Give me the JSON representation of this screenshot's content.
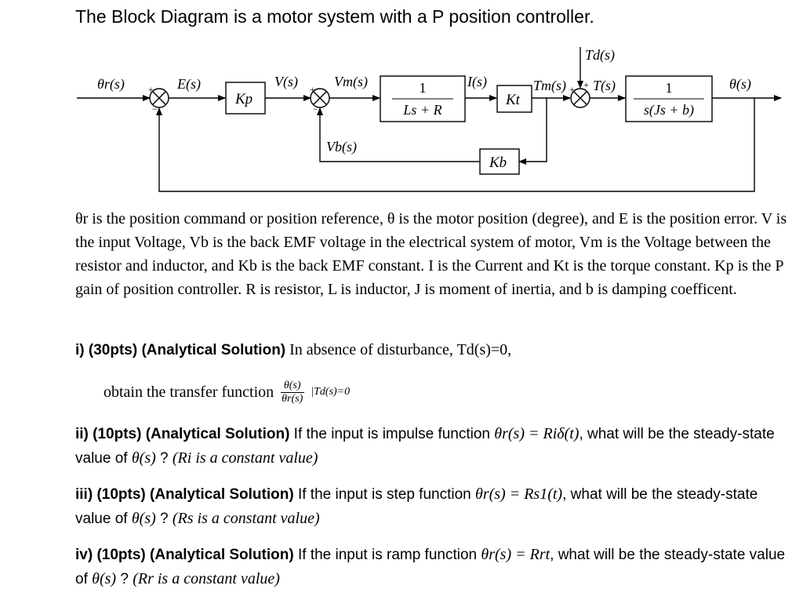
{
  "title": "The Block Diagram is a motor system with a P position controller.",
  "diagram": {
    "signals": {
      "theta_r": "θr(s)",
      "e": "E(s)",
      "v": "V(s)",
      "vm": "Vm(s)",
      "i": "I(s)",
      "tm": "Tm(s)",
      "t": "T(s)",
      "td": "Td(s)",
      "theta": "θ(s)",
      "vb": "Vb(s)"
    },
    "signs": {
      "plus": "+",
      "minus": "−"
    },
    "blocks": {
      "kp": "Kp",
      "elec_num": "1",
      "elec_den": "Ls + R",
      "kt": "Kt",
      "mech_num": "1",
      "mech_den": "s(Js + b)",
      "kb": "Kb"
    }
  },
  "description": [
    "θr is the position command or position reference, θ is the motor position (degree), and E is the position error. V is the input Voltage, Vb is the back EMF voltage in the electrical system of motor, Vm is the Voltage between the resistor and inductor, and Kb is the back EMF constant. I is the Current and Kt is the torque constant. Kp is the P gain of position controller. R is resistor, L is inductor, J is moment of inertia, and b is damping coefficent."
  ],
  "questions": {
    "q1": {
      "lead": "i) (30pts) (Analytical Solution)",
      "text": " In absence of disturbance, Td(s)=0,",
      "tf_prefix": "obtain the transfer function",
      "tf_num": "θ(s)",
      "tf_den": "θr(s)",
      "tf_cond": "|Td(s)=0"
    },
    "q2": {
      "lead": "ii) (10pts) (Analytical Solution)",
      "text": " If the input is impulse function ",
      "math": "θr(s) = Riδ(t)",
      "text2": ", what will be the steady-state value of ",
      "math2": "θ(s)",
      "text3": " ? ",
      "math3": "(Ri is a constant value)"
    },
    "q3": {
      "lead": "iii) (10pts) (Analytical Solution)",
      "text": " If the input is step function ",
      "math": "θr(s) = Rs1(t)",
      "text2": ", what will be the steady-state value of ",
      "math2": "θ(s)",
      "text3": " ? ",
      "math3": "(Rs is a constant value)"
    },
    "q4": {
      "lead": "iv) (10pts) (Analytical Solution)",
      "text": " If the input is ramp function ",
      "math": "θr(s) = Rrt",
      "text2": ", what will be the steady-state value of ",
      "math2": "θ(s)",
      "text3": " ? ",
      "math3": "(Rr is a constant value)"
    }
  }
}
